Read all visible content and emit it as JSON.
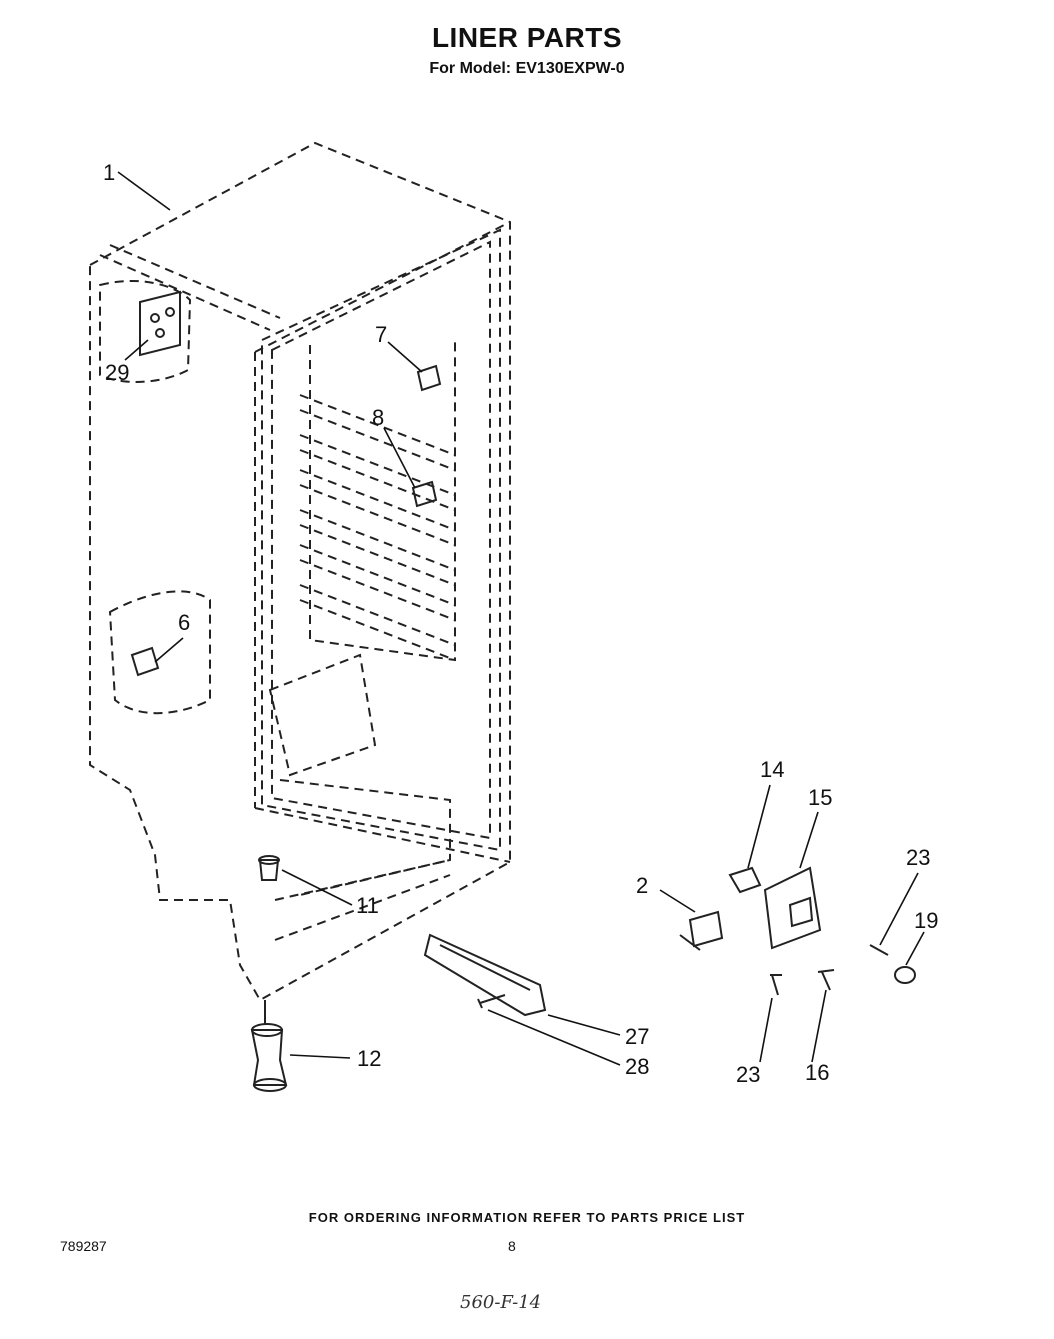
{
  "header": {
    "title": "LINER PARTS",
    "model": "For Model: EV130EXPW-0"
  },
  "callouts": [
    "1",
    "29",
    "7",
    "8",
    "6",
    "14",
    "15",
    "23",
    "2",
    "19",
    "11",
    "27",
    "12",
    "28",
    "23",
    "16"
  ],
  "footer": {
    "ordering_note": "FOR ORDERING INFORMATION REFER TO PARTS PRICE LIST",
    "doc_number": "789287",
    "page_number": "8",
    "handwritten": "560-F-14"
  }
}
